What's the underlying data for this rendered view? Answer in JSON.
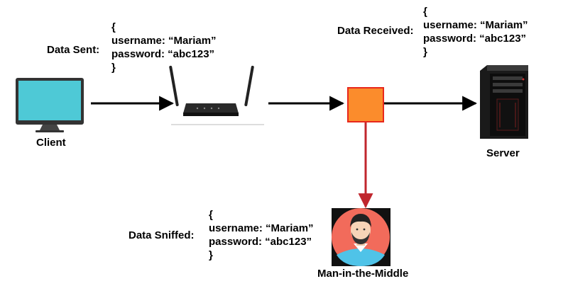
{
  "client": {
    "label": "Client"
  },
  "server": {
    "label": "Server"
  },
  "attacker": {
    "label": "Man-in-the-Middle"
  },
  "sent": {
    "label": "Data Sent:",
    "open": "{",
    "line1": "username: “Mariam”",
    "line2": "password:  “abc123”",
    "close": "}"
  },
  "received": {
    "label": "Data Received:",
    "open": "{",
    "line1": "username: “Mariam”",
    "line2": "password:  “abc123”",
    "close": "}"
  },
  "sniffed": {
    "label": "Data Sniffed:",
    "open": "{",
    "line1": "username: “Mariam”",
    "line2": "password:  “abc123”",
    "close": "}"
  },
  "colors": {
    "interceptor_box": "#fb8c2c",
    "interceptor_border": "#e8281c",
    "sniff_arrow": "#c0262d",
    "monitor_screen": "#4ec9d6",
    "avatar_bg": "#f26b5b"
  }
}
